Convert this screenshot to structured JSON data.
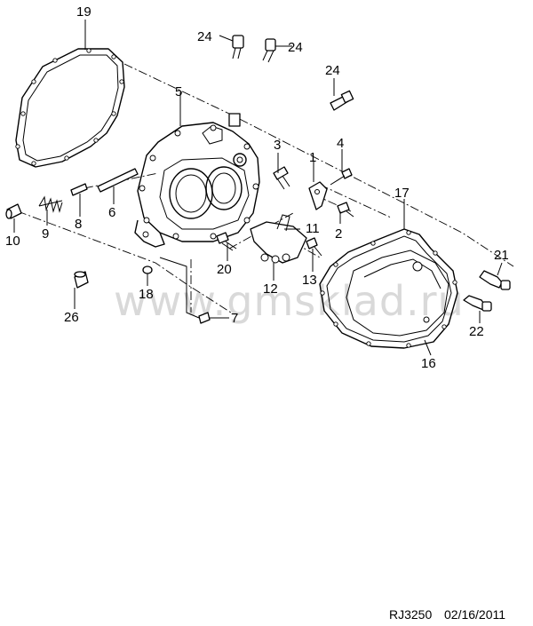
{
  "watermark": "www.gmsklad.ru",
  "drawing_code": "RJ3250",
  "drawing_date": "02/16/2011",
  "callouts": {
    "c19": "19",
    "c24a": "24",
    "c24b": "24",
    "c24c": "24",
    "c5": "5",
    "c3": "3",
    "c4": "4",
    "c1": "1",
    "c17": "17",
    "c6": "6",
    "c8": "8",
    "c9": "9",
    "c10": "10",
    "c2": "2",
    "c11": "11",
    "c20": "20",
    "c21": "21",
    "c13": "13",
    "c12": "12",
    "c18": "18",
    "c22": "22",
    "c26": "26",
    "c7": "7",
    "c16": "16"
  }
}
